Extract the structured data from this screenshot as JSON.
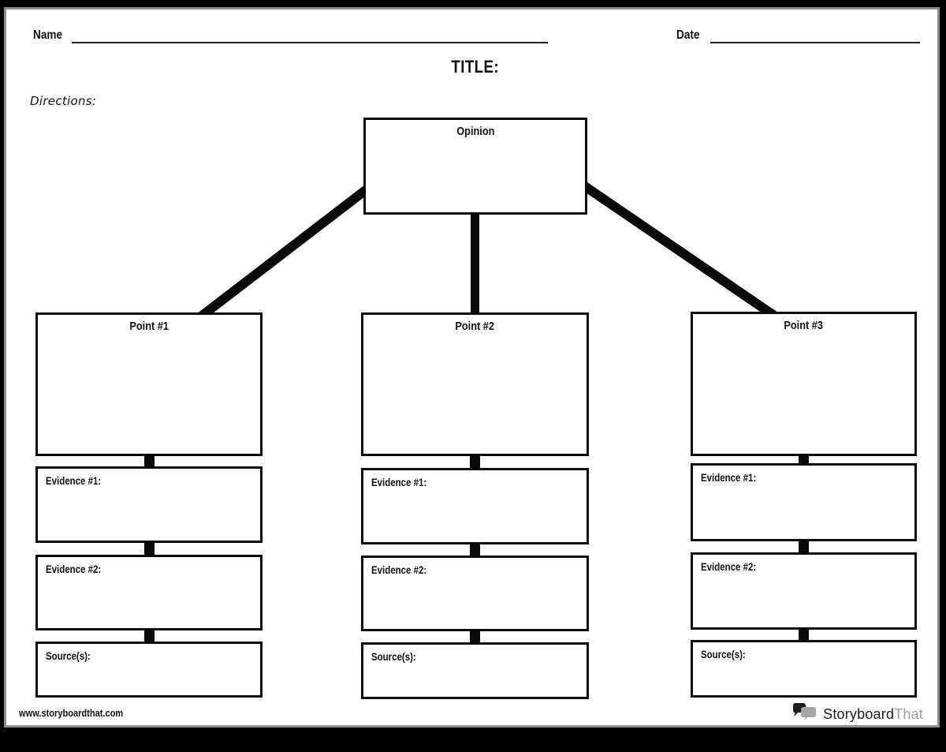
{
  "header": {
    "name_label": "Name",
    "date_label": "Date",
    "title": "TITLE:",
    "directions_label": "Directions:"
  },
  "diagram": {
    "opinion": {
      "label": "Opinion"
    },
    "columns": [
      {
        "point_label": "Point #1",
        "evidence1_label": "Evidence #1:",
        "evidence2_label": "Evidence #2:",
        "sources_label": "Source(s):"
      },
      {
        "point_label": "Point #2",
        "evidence1_label": "Evidence #1:",
        "evidence2_label": "Evidence #2:",
        "sources_label": "Source(s):"
      },
      {
        "point_label": "Point #3",
        "evidence1_label": "Evidence #1:",
        "evidence2_label": "Evidence #2:",
        "sources_label": "Source(s):"
      }
    ]
  },
  "footer": {
    "url": "www.storyboardthat.com",
    "logo_part1": "Storyboard",
    "logo_part2": "That"
  },
  "colors": {
    "connector": "#0a0a0a",
    "frame_gray": "#8c8c8c",
    "logo_gray": "#9b9b9b",
    "logo_black": "#1c1c1c"
  }
}
